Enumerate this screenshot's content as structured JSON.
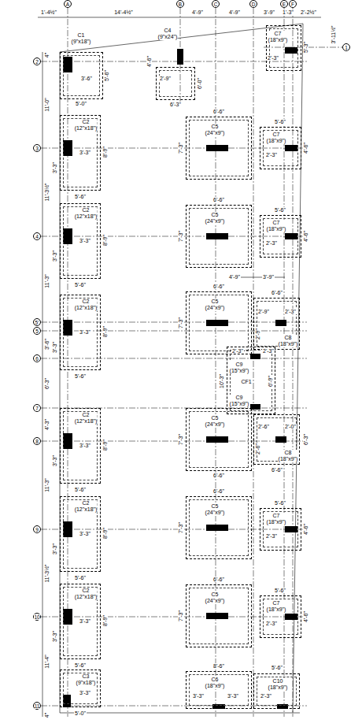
{
  "diagram": {
    "nodes": [
      {
        "text": [
          "A"
        ]
      },
      {
        "text": [
          "B"
        ]
      },
      {
        "text": [
          "C"
        ]
      },
      {
        "text": [
          "D"
        ]
      },
      {
        "text": [
          "E"
        ]
      },
      {
        "text": [
          "F"
        ]
      },
      {
        "text": [
          "1"
        ]
      },
      {
        "text": [
          "2"
        ]
      },
      {
        "text": [
          "3"
        ]
      },
      {
        "text": [
          "4"
        ]
      },
      {
        "text": [
          "5'"
        ]
      },
      {
        "text": [
          "5"
        ]
      },
      {
        "text": [
          "6"
        ]
      },
      {
        "text": [
          "7"
        ]
      },
      {
        "text": [
          "8"
        ]
      },
      {
        "text": [
          "9"
        ]
      },
      {
        "text": [
          "10"
        ]
      },
      {
        "text": [
          "11"
        ]
      },
      {
        "text": [
          "C1",
          "(9\"x18\")"
        ]
      },
      {
        "text": [
          "C4",
          "(9\"x24\")"
        ]
      },
      {
        "text": [
          "C7",
          "(18\"x9\")"
        ]
      },
      {
        "text": [
          "C2",
          "(12\"x18\")"
        ]
      },
      {
        "text": [
          "C5",
          "(24\"x9\")"
        ]
      },
      {
        "text": [
          "C7",
          "(18\"x9\")"
        ]
      },
      {
        "text": [
          "C2",
          "(12\"x18\")"
        ]
      },
      {
        "text": [
          "C5",
          "(24\"x9\")"
        ]
      },
      {
        "text": [
          "C7",
          "(18\"x9\")"
        ]
      },
      {
        "text": [
          "C2",
          "(12\"x18\")"
        ]
      },
      {
        "text": [
          "C5",
          "(24\"x9\")"
        ]
      },
      {
        "text": [
          "C8",
          "(18\"x9\")"
        ]
      },
      {
        "text": [
          "CF1"
        ]
      },
      {
        "text": [
          "C9",
          "(15\"x9\")"
        ],
        "in": 30
      },
      {
        "text": [
          "C9",
          "(15\"x9\")"
        ],
        "in": 30
      },
      {
        "text": [
          "C2",
          "(12\"x18\")"
        ]
      },
      {
        "text": [
          "C5",
          "(24\"x9\")"
        ]
      },
      {
        "text": [
          "C8",
          "(18\"x9\")"
        ]
      },
      {
        "text": [
          "C2",
          "(12\"x18\")"
        ]
      },
      {
        "text": [
          "C5",
          "(24\"x9\")"
        ]
      },
      {
        "text": [
          "C7",
          "(18\"x9\")"
        ]
      },
      {
        "text": [
          "C2",
          "(12\"x18\")"
        ]
      },
      {
        "text": [
          "C5",
          "(24\"x9\")"
        ]
      },
      {
        "text": [
          "C7",
          "(18\"x9\")"
        ]
      },
      {
        "text": [
          "C3",
          "(9\"x18\")"
        ]
      },
      {
        "text": [
          "C6",
          "(18\"x9\")"
        ]
      },
      {
        "text": [
          "C10",
          "(18\"x9\")"
        ]
      }
    ],
    "labels": [
      "1'-4½\"",
      "14'-4½\"",
      "4'-9\"",
      "4'-9\"",
      "3'-9\"",
      "1'-3\"",
      "2'-2½\"",
      "3'-11½\"",
      "4\"",
      "11'-0\"",
      "11'-3½\"",
      "11'-3\"",
      "3'-6\"",
      "6'-3\"",
      "4'-3\"",
      "11'-3\"",
      "11'-3½\"",
      "11'-4\"",
      "4\"",
      "4'-9\"",
      "3'-9\"",
      "3'-6\"",
      "5'-0\"",
      "5'-6\"",
      "2'-9\"",
      "6'-3\"",
      "6'-0\"",
      "4'-6\"",
      "2'-3\"",
      "5'-3\"",
      "3'-3\"",
      "3'-3\"",
      "5'-6\"",
      "8'-9\"",
      "6'-6\"",
      "7'-3\"",
      "2'-3\"",
      "4'-6\"",
      "5'-6\"",
      "3'-3\"",
      "3'-3\"",
      "5'-6\"",
      "8'-9\"",
      "6'-6\"",
      "7'-3\"",
      "2'-3\"",
      "4'-6\"",
      "5'-6\"",
      "3'-3\"",
      "3'-3\"",
      "5'-6\"",
      "8'-9\"",
      "6'-6\"",
      "7'-3\"",
      "2'-9\"",
      "2'-3\"",
      "2'-9\"",
      "6'-6\"",
      "2'-3\"",
      "2'-3\"",
      "6'-9\"",
      "10'-3\"",
      "3'-3\"",
      "3'-3\"",
      "5'-6\"",
      "8'-9\"",
      "6'-6\"",
      "7'-3\"",
      "2'-6\"",
      "2'-0\"",
      "2'-6\"",
      "6'-6\"",
      "6'-3\"",
      "3'-3\"",
      "3'-3\"",
      "5'-6\"",
      "8'-9\"",
      "6'-6\"",
      "7'-3\"",
      "2'-3\"",
      "4'-6\"",
      "5'-6\"",
      "3'-3\"",
      "3'-3\"",
      "5'-6\"",
      "8'-9\"",
      "6'-6\"",
      "7'-3\"",
      "2'-3\"",
      "4'-6\"",
      "5'-6\"",
      "3'-3\"",
      "5'-0\"",
      "3'-3\"",
      "3'-3\"",
      "8'-6\"",
      "2'-3\"",
      "5'-6\""
    ]
  }
}
